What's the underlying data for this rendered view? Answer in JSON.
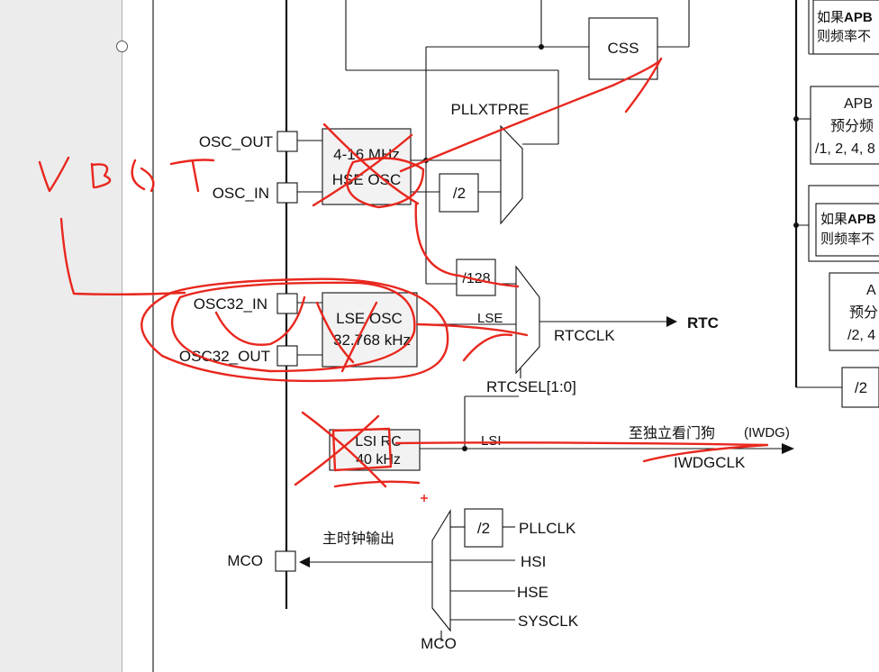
{
  "labels": {
    "osc_out": "OSC_OUT",
    "osc_in": "OSC_IN",
    "osc32_in": "OSC32_IN",
    "osc32_out": "OSC32_OUT",
    "mco_pin": "MCO",
    "hse_osc_line1": "4-16 MHz",
    "hse_osc_line2": "HSE OSC",
    "lse_osc_line1": "LSE OSC",
    "lse_osc_line2": "32.768 kHz",
    "lsi_rc_line1": "LSI RC",
    "lsi_rc_line2": "40 kHz",
    "div2_hse": "/2",
    "div128": "/128",
    "div2_pll": "/2",
    "div2_right": "/2",
    "css": "CSS",
    "pllxtpre": "PLLXTPRE",
    "lse_mux_input": "LSE",
    "lsi_line": "LSI",
    "rtcclk": "RTCCLK",
    "rtc": "RTC",
    "rtcsel": "RTCSEL[1:0]",
    "iwdg_cn": "至独立看门狗",
    "iwdg_en": "(IWDG)",
    "iwdgclk": "IWDGCLK",
    "mco_output_cn": "主时钟输出",
    "pllclk": "PLLCLK",
    "hsi": "HSI",
    "hse": "HSE",
    "sysclk": "SYSCLK",
    "mco_mux": "MCO",
    "right_box1_line1_cn": "如果",
    "right_box1_line1_bold": "APB",
    "right_box1_line2": "则频率不",
    "right_box2_line1": "APB",
    "right_box2_line2": "预分频",
    "right_box2_line3": "/1, 2, 4, 8",
    "right_box3_line1_cn": "如果",
    "right_box3_line1_bold": "APB",
    "right_box3_line2": "则频率不",
    "right_box4_line1": "A",
    "right_box4_line2": "预分",
    "right_box4_line3": "/2, 4"
  },
  "annotation": {
    "handwritten_text": "VBAT",
    "ink_color": "#e8271e"
  }
}
